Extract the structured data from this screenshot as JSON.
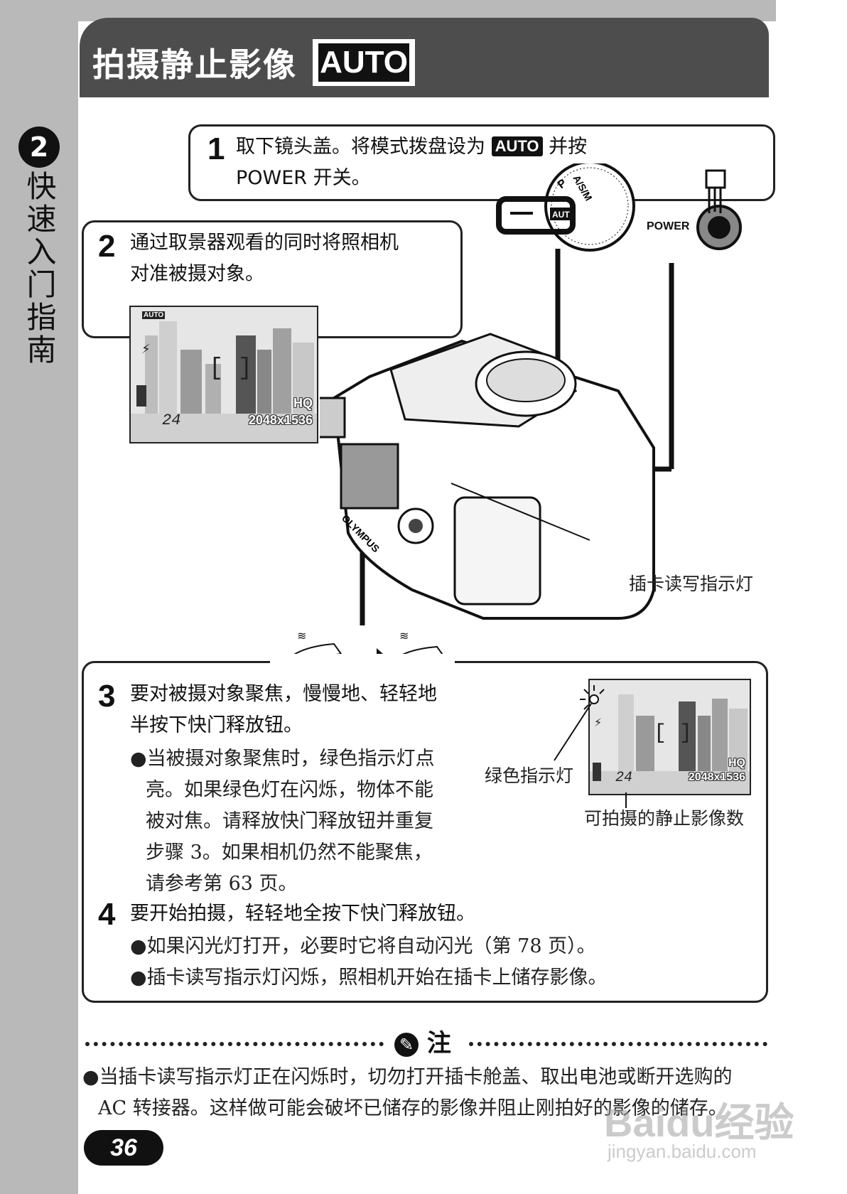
{
  "chapter": {
    "number": "2",
    "title": "快速入门指南"
  },
  "header": {
    "title": "拍摄静止影像",
    "mode_badge": "AUTO"
  },
  "step1": {
    "number": "1",
    "line1_a": "取下镜头盖。将模式拨盘设为",
    "badge": "AUTO",
    "line1_b": "并按",
    "line2": "POWER 开关。"
  },
  "step2": {
    "number": "2",
    "line1": "通过取景器观看的同时将照相机",
    "line2": "对准被摄对象。"
  },
  "lcd": {
    "mode_badge": "AUTO",
    "brackets": "[ ]",
    "quality": "HQ",
    "count": "24",
    "resolution": "2048x1536"
  },
  "camera": {
    "power_label": "POWER",
    "dial_labels": [
      "AUTO",
      "P",
      "A/S/M"
    ],
    "brand": "OLYMPUS"
  },
  "callouts": {
    "card_lamp": "插卡读写指示灯",
    "green_lamp": "绿色指示灯",
    "remaining": "可拍摄的静止影像数"
  },
  "step3": {
    "number": "3",
    "line1": "要对被摄对象聚焦，慢慢地、轻轻地",
    "line2": "半按下快门释放钮。",
    "bullet": [
      "当被摄对象聚焦时，绿色指示灯点",
      "亮。如果绿色灯在闪烁，物体不能",
      "被对焦。请释放快门释放钮并重复",
      "步骤 3。如果相机仍然不能聚焦，",
      "请参考第 63 页。"
    ]
  },
  "step4": {
    "number": "4",
    "line1": "要开始拍摄，轻轻地全按下快门释放钮。",
    "bullets": [
      "如果闪光灯打开，必要时它将自动闪光（第 78 页）。",
      "插卡读写指示灯闪烁，照相机开始在插卡上储存影像。"
    ]
  },
  "note": {
    "title": "注",
    "lines": [
      "当插卡读写指示灯正在闪烁时，切勿打开插卡舱盖、取出电池或断开选购的",
      "AC 转接器。这样做可能会破坏已储存的影像并阻止刚拍好的影像的储存。"
    ]
  },
  "page_number": "36",
  "watermark": {
    "main": "Baidu经验",
    "sub": "jingyan.baidu.com"
  }
}
